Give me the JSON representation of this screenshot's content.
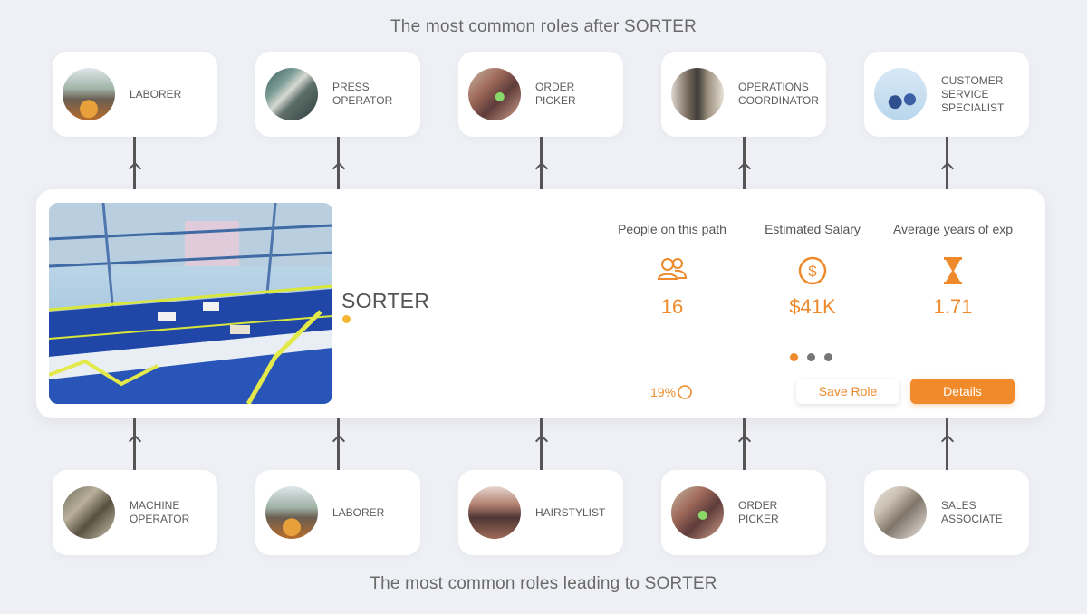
{
  "top_heading": "The most common roles after SORTER",
  "bottom_heading": "The most common roles leading to SORTER",
  "next_roles": [
    {
      "label": "LABORER",
      "image": "warehouse-worker-photo"
    },
    {
      "label": "PRESS\nOPERATOR",
      "image": "press-operator-photo"
    },
    {
      "label": "ORDER\nPICKER",
      "image": "order-picker-photo"
    },
    {
      "label": "OPERATIONS\nCOORDINATOR",
      "image": "office-meeting-photo"
    },
    {
      "label": "CUSTOMER\nSERVICE\nSPECIALIST",
      "image": "customer-service-illustration"
    }
  ],
  "previous_roles": [
    {
      "label": "MACHINE\nOPERATOR",
      "image": "machine-operator-photo"
    },
    {
      "label": "LABORER",
      "image": "warehouse-worker-photo"
    },
    {
      "label": "HAIRSTYLIST",
      "image": "salon-photo"
    },
    {
      "label": "ORDER\nPICKER",
      "image": "order-picker-photo"
    },
    {
      "label": "SALES\nASSOCIATE",
      "image": "sales-associate-photo"
    }
  ],
  "main": {
    "role_title": "SORTER",
    "image": "sorting-facility-conveyor-photo",
    "stats": [
      {
        "label": "People on this path",
        "value": "16",
        "icon": "people-icon"
      },
      {
        "label": "Estimated Salary",
        "value": "$41K",
        "icon": "dollar-icon"
      },
      {
        "label": "Average years of exp",
        "value": "1.71",
        "icon": "hourglass-icon"
      }
    ],
    "pager": {
      "count": 3,
      "active": 0
    },
    "progress": {
      "text": "19%",
      "fraction": 0.19
    },
    "save_label": "Save Role",
    "details_label": "Details"
  },
  "colors": {
    "accent": "#f18a2a",
    "accent_text": "#ee8a2b",
    "title_dot": "#f5b731",
    "background": "#eef0f5"
  }
}
